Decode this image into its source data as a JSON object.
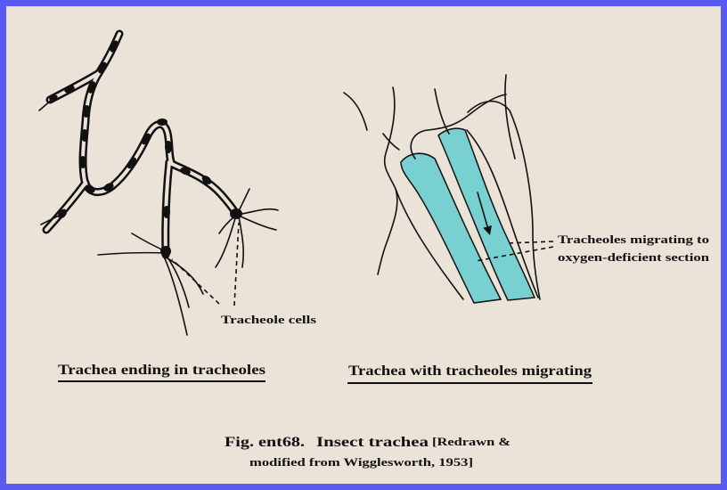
{
  "left_panel": {
    "callout": "Tracheole cells",
    "caption": "Trachea ending in tracheoles"
  },
  "right_panel": {
    "callout_line1": "Tracheoles migrating to",
    "callout_line2": "oxygen-deficient section",
    "caption": "Trachea with tracheoles migrating"
  },
  "figure_caption": {
    "label": "Fig. ent68.",
    "title": "Insect trachea",
    "source_line1": "[Redrawn &",
    "source_line2": "modified from Wigglesworth, 1953]"
  },
  "colors": {
    "border": "#5a5af0",
    "background": "#ebe3d8",
    "tracheole_fill": "#79d0d0"
  }
}
